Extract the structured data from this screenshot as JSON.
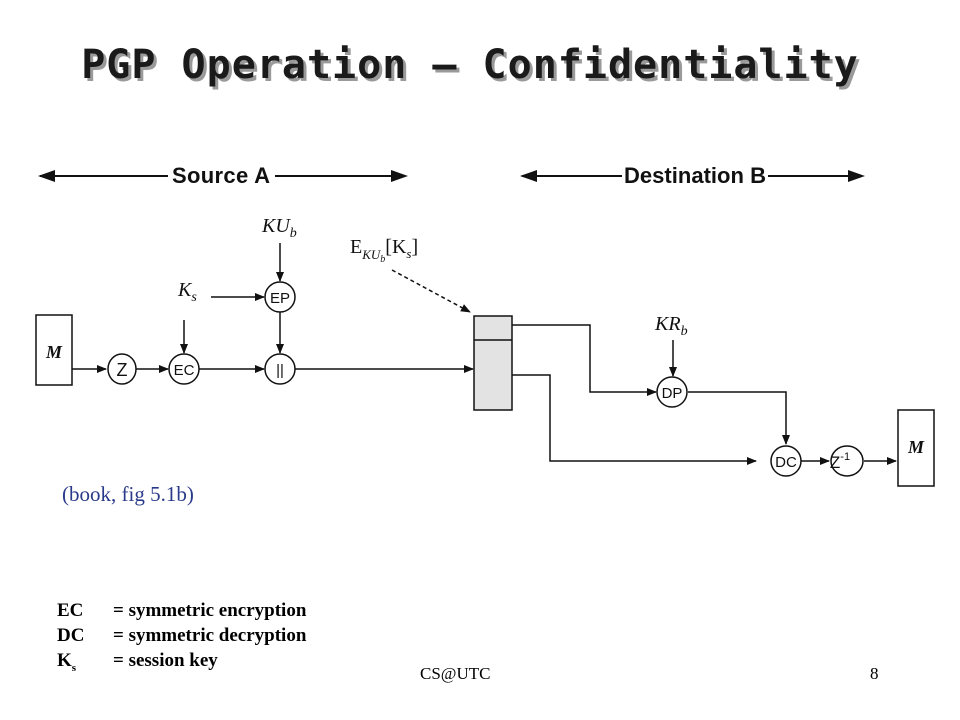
{
  "title": "PGP Operation – Confidentiality",
  "diagram": {
    "source_label": "Source A",
    "destination_label": "Destination B",
    "message_in": "M",
    "message_out": "M",
    "z": "Z",
    "ec": "EC",
    "ep": "EP",
    "concat": "||",
    "dp": "DP",
    "dc": "DC",
    "z_inv_base": "Z",
    "z_inv_sup": "-1",
    "ku_main": "KU",
    "ku_sub": "b",
    "ks_main": "K",
    "ks_sub": "s",
    "kr_main": "KR",
    "kr_sub": "b",
    "e_main": "E",
    "e_sub": "KU",
    "e_subsub": "b",
    "e_bracket_open": "[K",
    "e_bracket_sub": "s",
    "e_bracket_close": "]"
  },
  "caption": "(book, fig 5.1b)",
  "legend": [
    {
      "term": "EC",
      "term_sub": "",
      "def": "= symmetric encryption"
    },
    {
      "term": "DC",
      "term_sub": "",
      "def": "= symmetric decryption"
    },
    {
      "term": "K",
      "term_sub": "s",
      "def": "= session key"
    }
  ],
  "footer": {
    "center": "CS@UTC",
    "page": "8"
  }
}
